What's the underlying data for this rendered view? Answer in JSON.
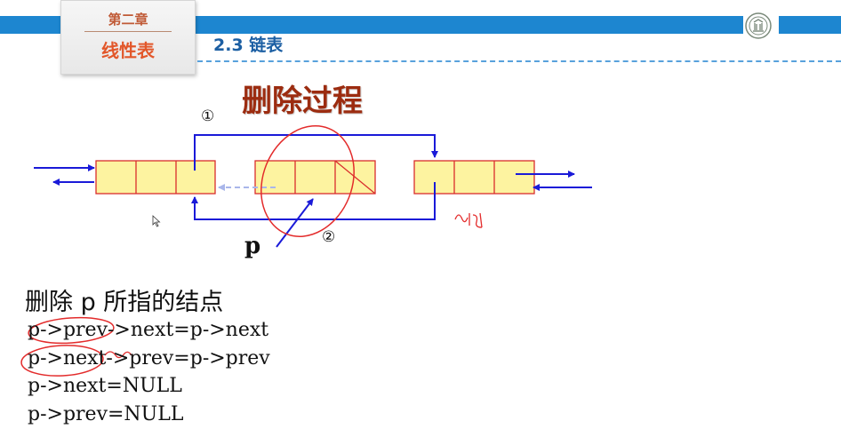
{
  "header": {
    "chapter_number": "第二章",
    "chapter_title": "线性表",
    "section_title": "2.3  链表"
  },
  "slide": {
    "title": "删除过程",
    "pointer_label": "p",
    "step1_label": "①",
    "step2_label": "②",
    "description": "删除 p 所指的结点",
    "code_lines": [
      "p->prev->next=p->next",
      "p->next->prev=p->prev",
      "p->next=NULL",
      "p->prev=NULL"
    ]
  },
  "colors": {
    "header_bar": "#1d86d0",
    "node_fill": "#fdf3a0",
    "node_border": "#d92d2d",
    "arrow": "#1a1ad8",
    "title": "#9c2c10",
    "annotation": "#e32b2b"
  },
  "icons": [
    "university-logo-icon",
    "mouse-cursor-icon"
  ]
}
